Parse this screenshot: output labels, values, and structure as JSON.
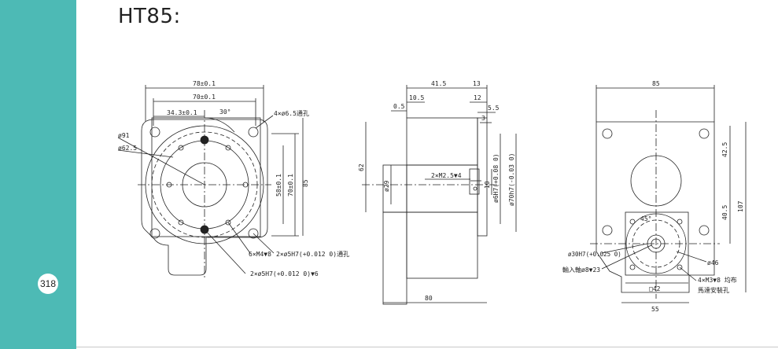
{
  "page": {
    "title": "HT85:",
    "page_number": "318"
  },
  "front_view": {
    "dim_width_outer": "78±0.1",
    "dim_width_inner": "70±0.1",
    "dim_bolt_offset": "34.3±0.1",
    "dim_angle": "30°",
    "dim_through_hole": "4×ø6.5通孔",
    "dim_dia_91": "ø91",
    "dim_dia_62": "ø62.5",
    "dim_height_58": "58±0.1",
    "dim_height_70": "70±0.1",
    "dim_height_85": "85",
    "note_tapped": "6×M4▼8",
    "note_pin_through": "2×ø5H7(+0.012 0)通孔",
    "note_pin_blind": "2×ø5H7(+0.012 0)▼6"
  },
  "side_view": {
    "dim_41_5": "41.5",
    "dim_13": "13",
    "dim_10_5": "10.5",
    "dim_12": "12",
    "dim_0_5": "0.5",
    "dim_5_5": "5.5",
    "dim_3": "3",
    "dim_62": "62",
    "dim_29": "ø29",
    "dim_m2_5": "2×M2.5▼4",
    "dim_10": "10",
    "dim_6h7": "ø6H7(+0.08 0)",
    "dim_70h7": "ø70h7(-0.03 0)",
    "dim_80": "80"
  },
  "rear_view": {
    "dim_85": "85",
    "dim_42_5": "42.5",
    "dim_40_5": "40.5",
    "dim_107": "107",
    "dim_45": "45°",
    "dim_30h7": "ø30H7(+0.025 0)",
    "dim_46": "ø46",
    "note_shaft": "輸入軸ø8▼23",
    "note_motor_holes_1": "4×M3▼8 均布",
    "note_motor_holes_2": "馬達安裝孔",
    "dim_sq42": "□42",
    "dim_55": "55"
  }
}
